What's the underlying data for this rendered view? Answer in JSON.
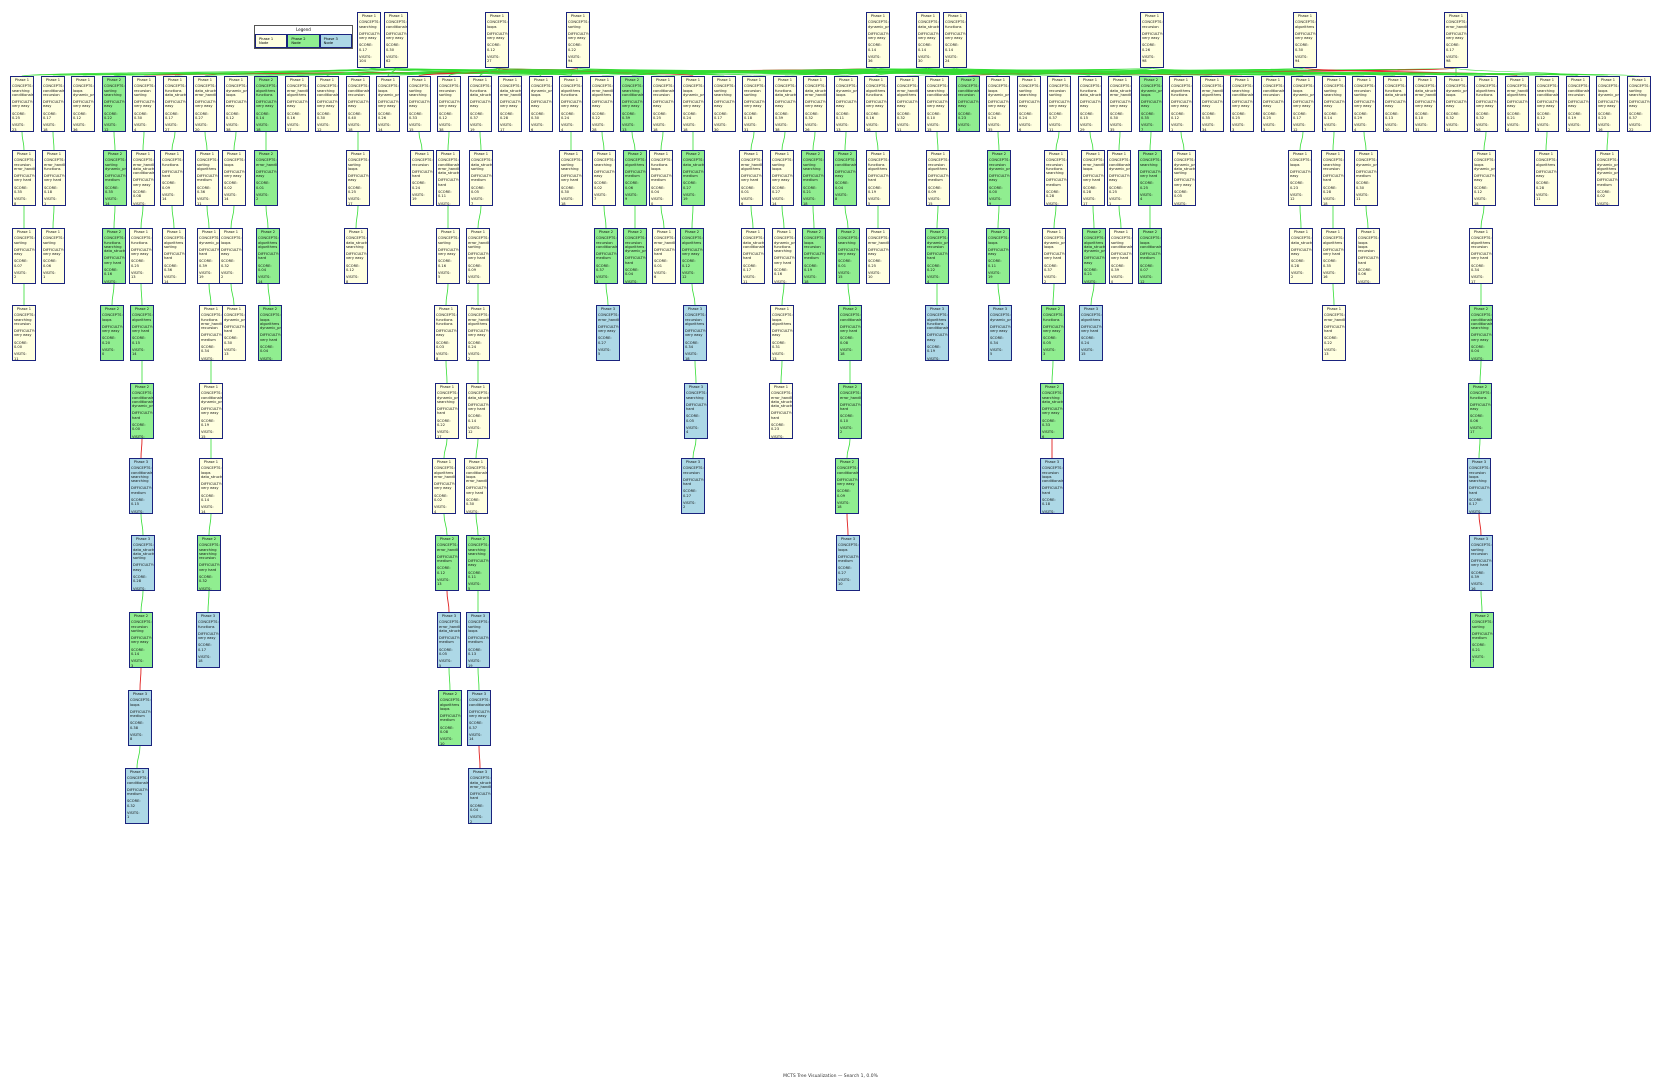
{
  "legend": {
    "title": "Legend",
    "items": [
      {
        "label": "Phase 1 Node",
        "color": "#ffffe0"
      },
      {
        "label": "Phase 2 Node",
        "color": "#90ee90"
      },
      {
        "label": "Phase 3 Node",
        "color": "#add8e6"
      }
    ]
  },
  "colors": {
    "phase1": "#ffffe0",
    "phase2": "#90ee90",
    "phase3": "#add8e6",
    "edge_normal": "#33dd33",
    "edge_best": "#e02020",
    "border": "#1a237e"
  },
  "footer": "MCTS Tree Visualization — Search 1, 0.0%",
  "node_labels": {
    "concepts": "CONCEPTS:",
    "difficulty": "DIFFICULTY:",
    "score": "SCORE:",
    "visits": "VISITS:"
  },
  "nodes": [
    {
      "id": "r1",
      "phase": 1,
      "concepts": [
        "searching"
      ],
      "difficulty": "very easy",
      "score": "0.17",
      "visits": "104"
    },
    {
      "id": "r2",
      "phase": 1,
      "concepts": [
        "conditionals"
      ],
      "difficulty": "very easy",
      "score": "0.30",
      "visits": "62"
    },
    {
      "id": "r3",
      "phase": 1,
      "concepts": [
        "loops"
      ],
      "difficulty": "very easy",
      "score": "0.12",
      "visits": "27"
    },
    {
      "id": "r4",
      "phase": 1,
      "concepts": [
        "sorting"
      ],
      "difficulty": "very easy",
      "score": "0.22",
      "visits": "94"
    },
    {
      "id": "r5",
      "phase": 1,
      "concepts": [
        "dynamic_programming"
      ],
      "difficulty": "very easy",
      "score": "0.14",
      "visits": "36"
    },
    {
      "id": "r6",
      "phase": 1,
      "concepts": [
        "data_structures"
      ],
      "difficulty": "very easy",
      "score": "0.14",
      "visits": "30"
    },
    {
      "id": "r7",
      "phase": 1,
      "concepts": [
        "functions"
      ],
      "difficulty": "very easy",
      "score": "0.14",
      "visits": "24"
    },
    {
      "id": "r8",
      "phase": 1,
      "concepts": [
        "recursion"
      ],
      "difficulty": "very easy",
      "score": "0.26",
      "visits": "98"
    },
    {
      "id": "r9",
      "phase": 1,
      "concepts": [
        "algorithms"
      ],
      "difficulty": "very easy",
      "score": "0.30",
      "visits": "94"
    },
    {
      "id": "r10",
      "phase": 1,
      "concepts": [
        "error_handling"
      ],
      "difficulty": "very easy",
      "score": "0.17",
      "visits": "98"
    }
  ]
}
